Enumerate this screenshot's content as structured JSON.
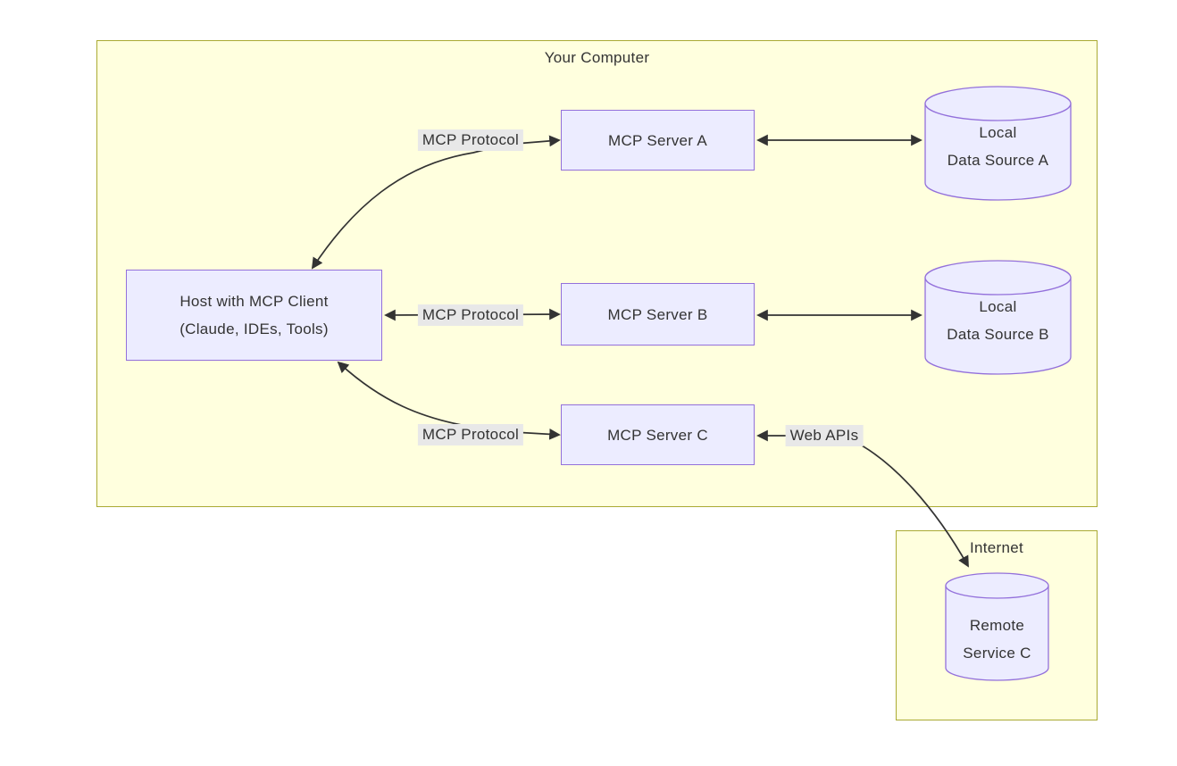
{
  "colors": {
    "container_fill": "#FFFFDE",
    "container_border": "#AAAA33",
    "node_fill": "#ECECFF",
    "node_border": "#9370DB",
    "edge_label_bg": "#E8E8E8",
    "text": "#333333",
    "arrow": "#333333"
  },
  "containers": {
    "your_computer": {
      "title": "Your Computer"
    },
    "internet": {
      "title": "Internet"
    }
  },
  "nodes": {
    "host": {
      "line1": "Host with MCP Client",
      "line2": "(Claude, IDEs, Tools)"
    },
    "server_a": {
      "label": "MCP Server A"
    },
    "server_b": {
      "label": "MCP Server B"
    },
    "server_c": {
      "label": "MCP Server C"
    },
    "data_source_a": {
      "line1": "Local",
      "line2": "Data Source A"
    },
    "data_source_b": {
      "line1": "Local",
      "line2": "Data Source B"
    },
    "remote_service_c": {
      "line1": "Remote",
      "line2": "Service C"
    }
  },
  "edges": {
    "protocol_a": {
      "label": "MCP Protocol"
    },
    "protocol_b": {
      "label": "MCP Protocol"
    },
    "protocol_c": {
      "label": "MCP Protocol"
    },
    "web_apis": {
      "label": "Web APIs"
    }
  }
}
